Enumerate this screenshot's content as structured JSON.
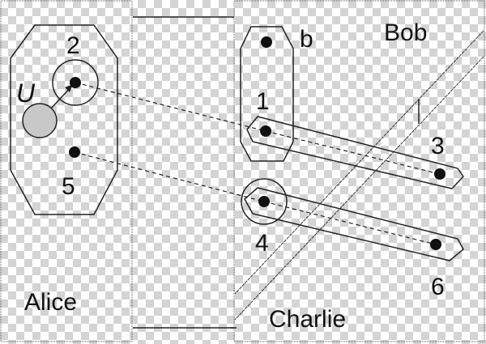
{
  "parties": {
    "alice": {
      "label": "Alice"
    },
    "bob": {
      "label": "Bob"
    },
    "charlie": {
      "label": "Charlie"
    }
  },
  "nodes": {
    "n1": "1",
    "n2": "2",
    "n3": "3",
    "n4": "4",
    "n5": "5",
    "n6": "6",
    "b": "b"
  },
  "set_label": "U",
  "colors": {
    "stroke": "#222222",
    "set_fill": "#c8c8c8",
    "checker": "#d4d4d4"
  }
}
